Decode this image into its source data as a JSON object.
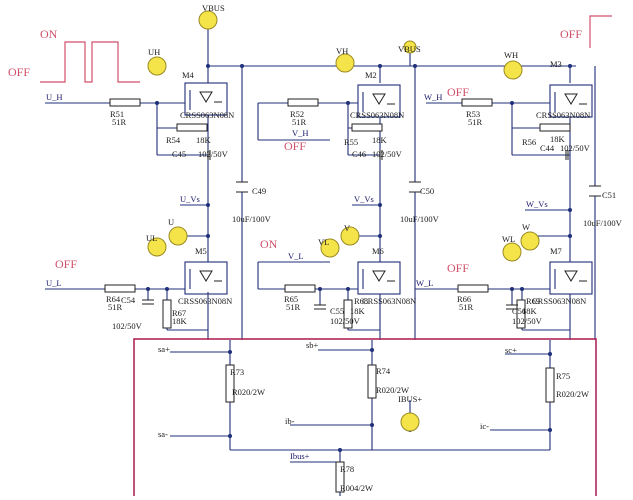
{
  "labels": {
    "vbus_top": "VBUS",
    "vbus_mid": "VBUS",
    "uh": "UH",
    "vh": "VH",
    "wh": "WH",
    "ul": "UL",
    "vl": "VL",
    "wl": "WL",
    "u": "U",
    "v": "V",
    "w": "W",
    "ibus_probe": "IBUS+",
    "u_h": "U_H",
    "v_h": "V_H",
    "w_h": "W_H",
    "u_l": "U_L",
    "v_l": "V_L",
    "w_l": "W_L",
    "u_vs": "U_Vs",
    "v_vs": "V_Vs",
    "w_vs": "W_Vs",
    "m4": "M4",
    "m2": "M2",
    "m3": "M3",
    "m5": "M5",
    "m6": "M6",
    "m7": "M7",
    "part": "CRSS063N08N",
    "r51": "R51",
    "r52": "R52",
    "r53": "R53",
    "r54": "R54",
    "r55": "R55",
    "r56": "R56",
    "r64": "R64",
    "r65": "R65",
    "r66": "R66",
    "r67": "R67",
    "r68": "R68",
    "r69": "R69",
    "r73": "R73",
    "r74": "R74",
    "r75": "R75",
    "r78": "R78",
    "v51r": "51R",
    "v18k": "18K",
    "c45": "C45",
    "c46": "C46",
    "c44": "C44",
    "c54": "C54",
    "c55": "C55",
    "c56": "C56",
    "c49": "C49",
    "c50": "C50",
    "c51": "C51",
    "v102": "102/50V",
    "v10uf": "10uF/100V",
    "r020": "R020/2W",
    "r004": "R004/2W",
    "sa_p": "sa+",
    "sb_p": "sb+",
    "sc_p": "sc+",
    "sa_m": "sa-",
    "sb_m": "ib-",
    "sc_m": "ic-",
    "ibus_p": "Ibus+",
    "on": "ON",
    "off": "OFF"
  },
  "colors": {
    "wire": "#1f2f7a",
    "annotation": "#d0506a",
    "probe": "#f4e44a",
    "highlight_box": "#b0285a"
  }
}
